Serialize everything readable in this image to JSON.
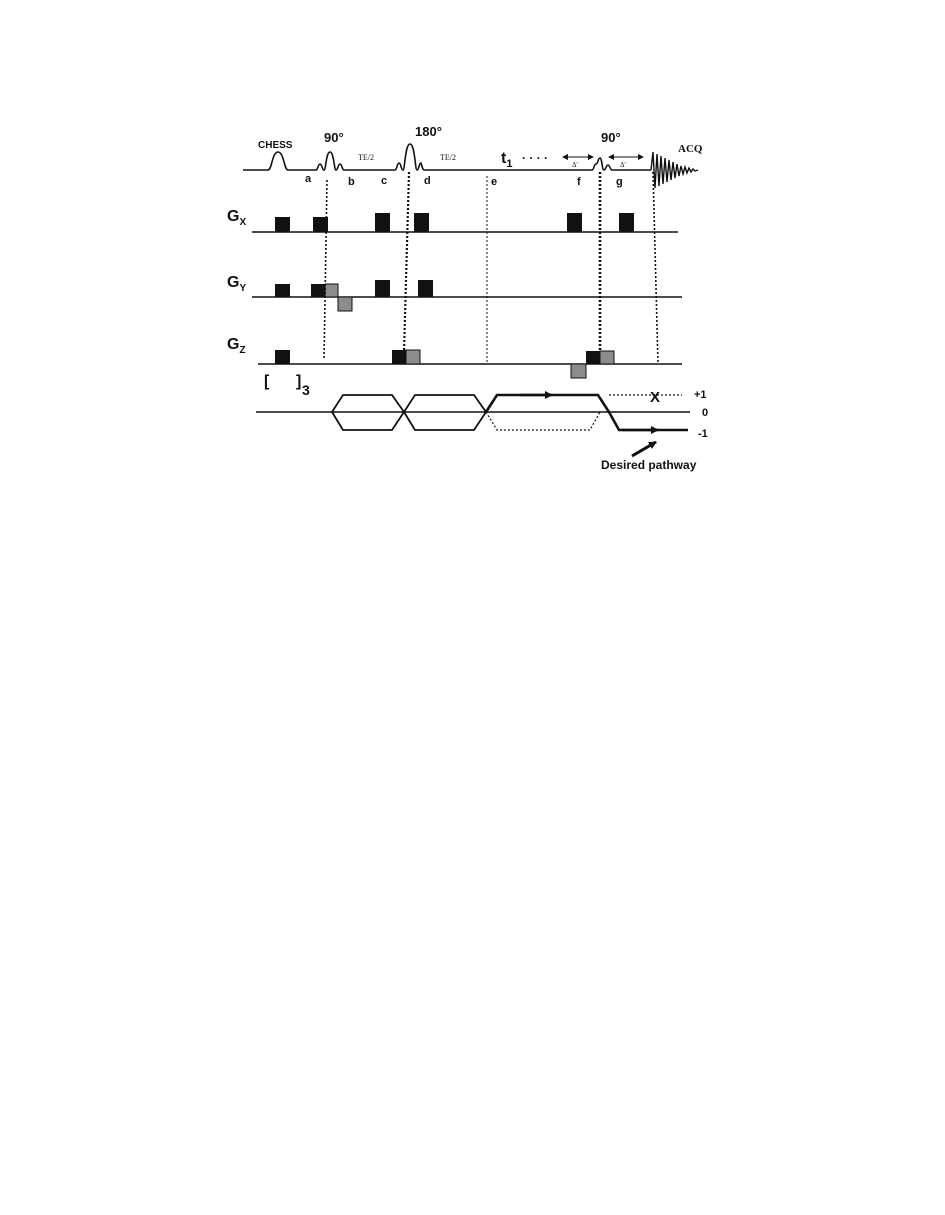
{
  "rf": {
    "chess": "CHESS",
    "pulse_90_first": "90°",
    "pulse_180": "180°",
    "te_half_1": "TE/2",
    "te_half_2": "TE/2",
    "t1": "t",
    "t1_sub": "1",
    "t1_dots": "· · · ·",
    "delta_1": "Δ'",
    "pulse_90_second": "90°",
    "delta_2": "Δ'",
    "acq": "ACQ"
  },
  "timepoints": {
    "a": "a",
    "b": "b",
    "c": "c",
    "d": "d",
    "e": "e",
    "f": "f",
    "g": "g"
  },
  "gradients": {
    "gx": "G",
    "gx_sub": "X",
    "gy": "G",
    "gy_sub": "Y",
    "gz": "G",
    "gz_sub": "Z"
  },
  "repeat": {
    "open": "[",
    "close": "]",
    "count": "3"
  },
  "coherence": {
    "level_plus1": "+1",
    "level_0": "0",
    "level_minus1": "-1",
    "blocked_mark": "X",
    "desired_pathway": "Desired pathway"
  },
  "colors": {
    "ink": "#111111",
    "gradient_filled": "#111111",
    "gradient_gray": "#8c8c8c"
  }
}
